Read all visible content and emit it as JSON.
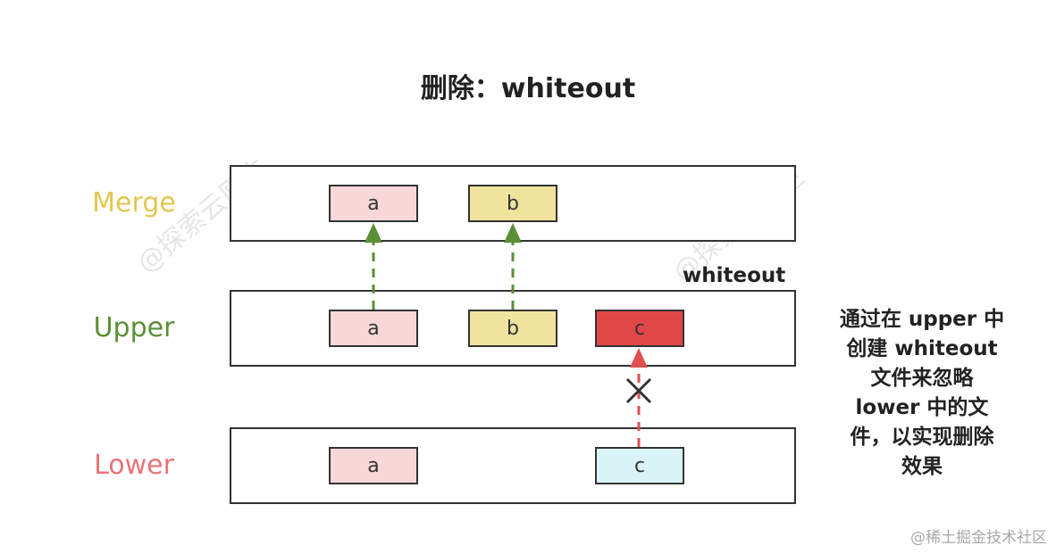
{
  "title": "删除：whiteout",
  "layers": {
    "merge": {
      "label": "Merge",
      "color": "#e4c64f",
      "files": [
        "a",
        "b"
      ]
    },
    "upper": {
      "label": "Upper",
      "color": "#5a8f35",
      "files": [
        "a",
        "b",
        "c"
      ]
    },
    "lower": {
      "label": "Lower",
      "color": "#e8737a",
      "files": [
        "a",
        "c"
      ]
    }
  },
  "whiteout_label": "whiteout",
  "note_lines": [
    "通过在 upper 中",
    "创建 whiteout",
    "文件来忽略",
    "lower 中的文",
    "件，以实现删除",
    "效果"
  ],
  "watermarks": {
    "diagonal": "@探索云原生",
    "corner": "@稀土掘金技术社区"
  },
  "colors": {
    "file_a": "#f8d7d9",
    "file_b": "#efe39e",
    "file_c_upper": "#e04848",
    "file_c_lower": "#d9f4f6",
    "arrow_green": "#5a8f35",
    "arrow_red": "#e05050"
  }
}
